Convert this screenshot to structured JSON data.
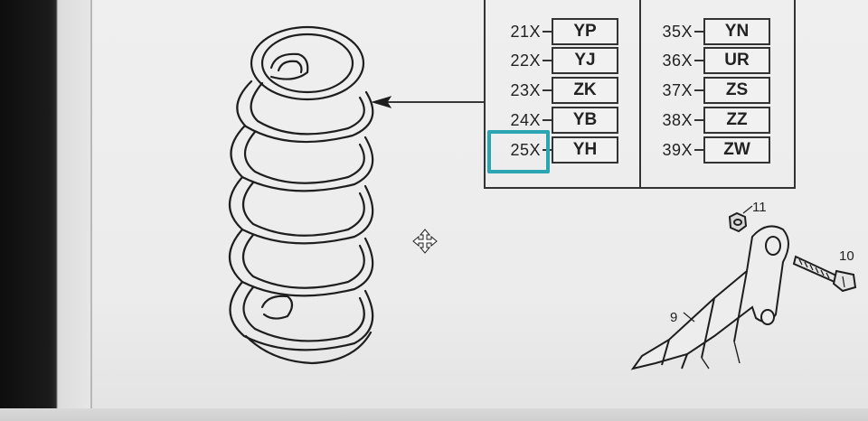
{
  "diagram": {
    "table": {
      "left_column": [
        {
          "num": "21X",
          "code": "YP"
        },
        {
          "num": "22X",
          "code": "YJ"
        },
        {
          "num": "23X",
          "code": "ZK"
        },
        {
          "num": "24X",
          "code": "YB"
        },
        {
          "num": "25X",
          "code": "YH"
        }
      ],
      "right_column": [
        {
          "num": "35X",
          "code": "YN"
        },
        {
          "num": "36X",
          "code": "UR"
        },
        {
          "num": "37X",
          "code": "ZS"
        },
        {
          "num": "38X",
          "code": "ZZ"
        },
        {
          "num": "39X",
          "code": "ZW"
        }
      ],
      "highlighted": "25X",
      "highlight_color": "#2aa6b3"
    },
    "callouts": {
      "nut": "11",
      "bolt": "10",
      "bracket": "9"
    },
    "cursor_icon": "move-cursor-icon",
    "part_drawing": "coil-spring"
  }
}
